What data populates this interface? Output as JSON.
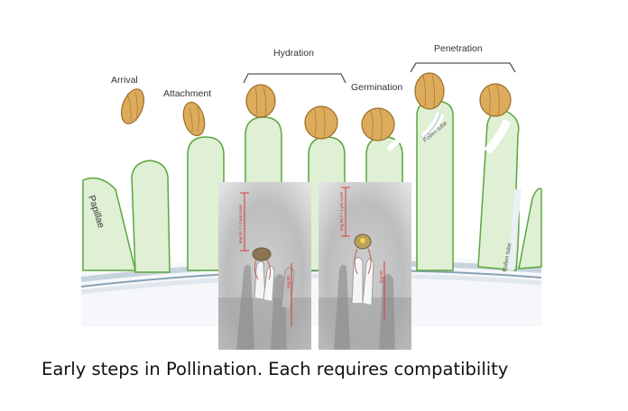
{
  "stages": {
    "arrival": "Arrival",
    "attachment": "Attachment",
    "hydration": "Hydration",
    "germination": "Germination",
    "penetration": "Penetration"
  },
  "labels": {
    "papillae": "Papillae",
    "pollen_tube_1": "Pollen tube",
    "pollen_tube_2": "Pollen tube",
    "micro_left": "img 65.7 • 1 µm scale",
    "micro_left_side": "img 00",
    "micro_right": "img 65.7 • 1 µm scale",
    "micro_right_side": "img 00"
  },
  "caption": "Early steps in Pollination. Each requires compatibility",
  "colors": {
    "papilla_fill": "#dff0d4",
    "papilla_stroke": "#5aa53e",
    "pollen_fill": "#dcab5b",
    "pollen_stroke": "#9b6d2a",
    "surface": "#eef2f6",
    "micro_bg": "#d3d3d3",
    "annotation_red": "#d83a3a"
  }
}
